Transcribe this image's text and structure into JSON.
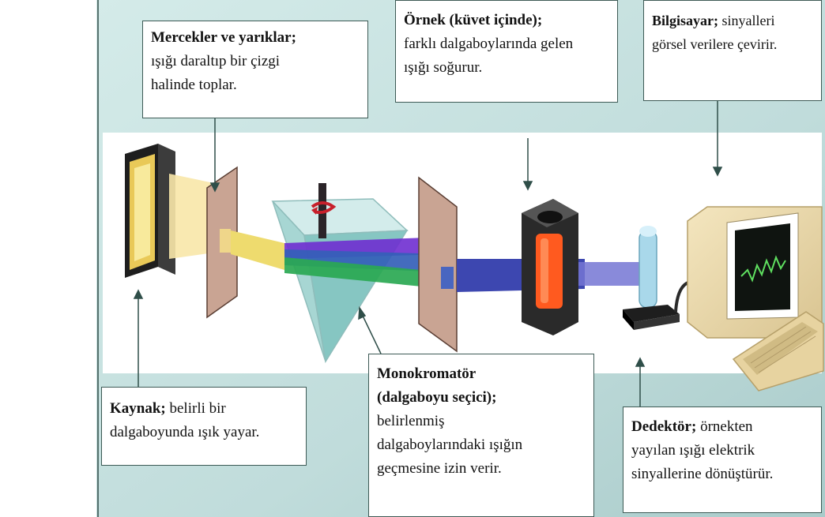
{
  "labels": {
    "lenses": {
      "title": "Mercekler ve yarıklar;",
      "lines": [
        "ışığı daraltıp bir çizgi",
        "halinde toplar."
      ]
    },
    "sample": {
      "title": "Örnek (küvet içinde);",
      "lines": [
        "farklı dalgaboylarında gelen",
        "ışığı soğurur."
      ]
    },
    "computer": {
      "title": "Bilgisayar;",
      "title_rest": " sinyalleri",
      "lines": [
        "görsel verilere çevirir."
      ]
    },
    "source": {
      "title": "Kaynak;",
      "title_rest": " belirli bir",
      "lines": [
        "dalgaboyunda ışık yayar."
      ]
    },
    "monochromator": {
      "title_lines": [
        "Monokromatör",
        "(dalgaboyu seçici);"
      ],
      "lines": [
        "belirlenmiş",
        "dalgaboylarındaki ışığın",
        "geçmesine izin verir."
      ]
    },
    "detector": {
      "title": "Dedektör;",
      "title_rest": " örnekten",
      "lines": [
        "yayılan ışığı elektrik",
        "sinyallerine dönüştürür."
      ]
    }
  },
  "colors": {
    "panel_bg": "#c9e3e2",
    "frame": "#3d5a55",
    "sample_glow": "#ff5a1f",
    "monitor_trace": "#5fe060"
  },
  "icons": [
    "light-source-lamp-icon",
    "entrance-slit-icon",
    "prism-icon",
    "rotation-arrow-icon",
    "exit-slit-icon",
    "cuvette-holder-icon",
    "detector-tube-icon",
    "computer-monitor-icon",
    "keyboard-icon"
  ]
}
